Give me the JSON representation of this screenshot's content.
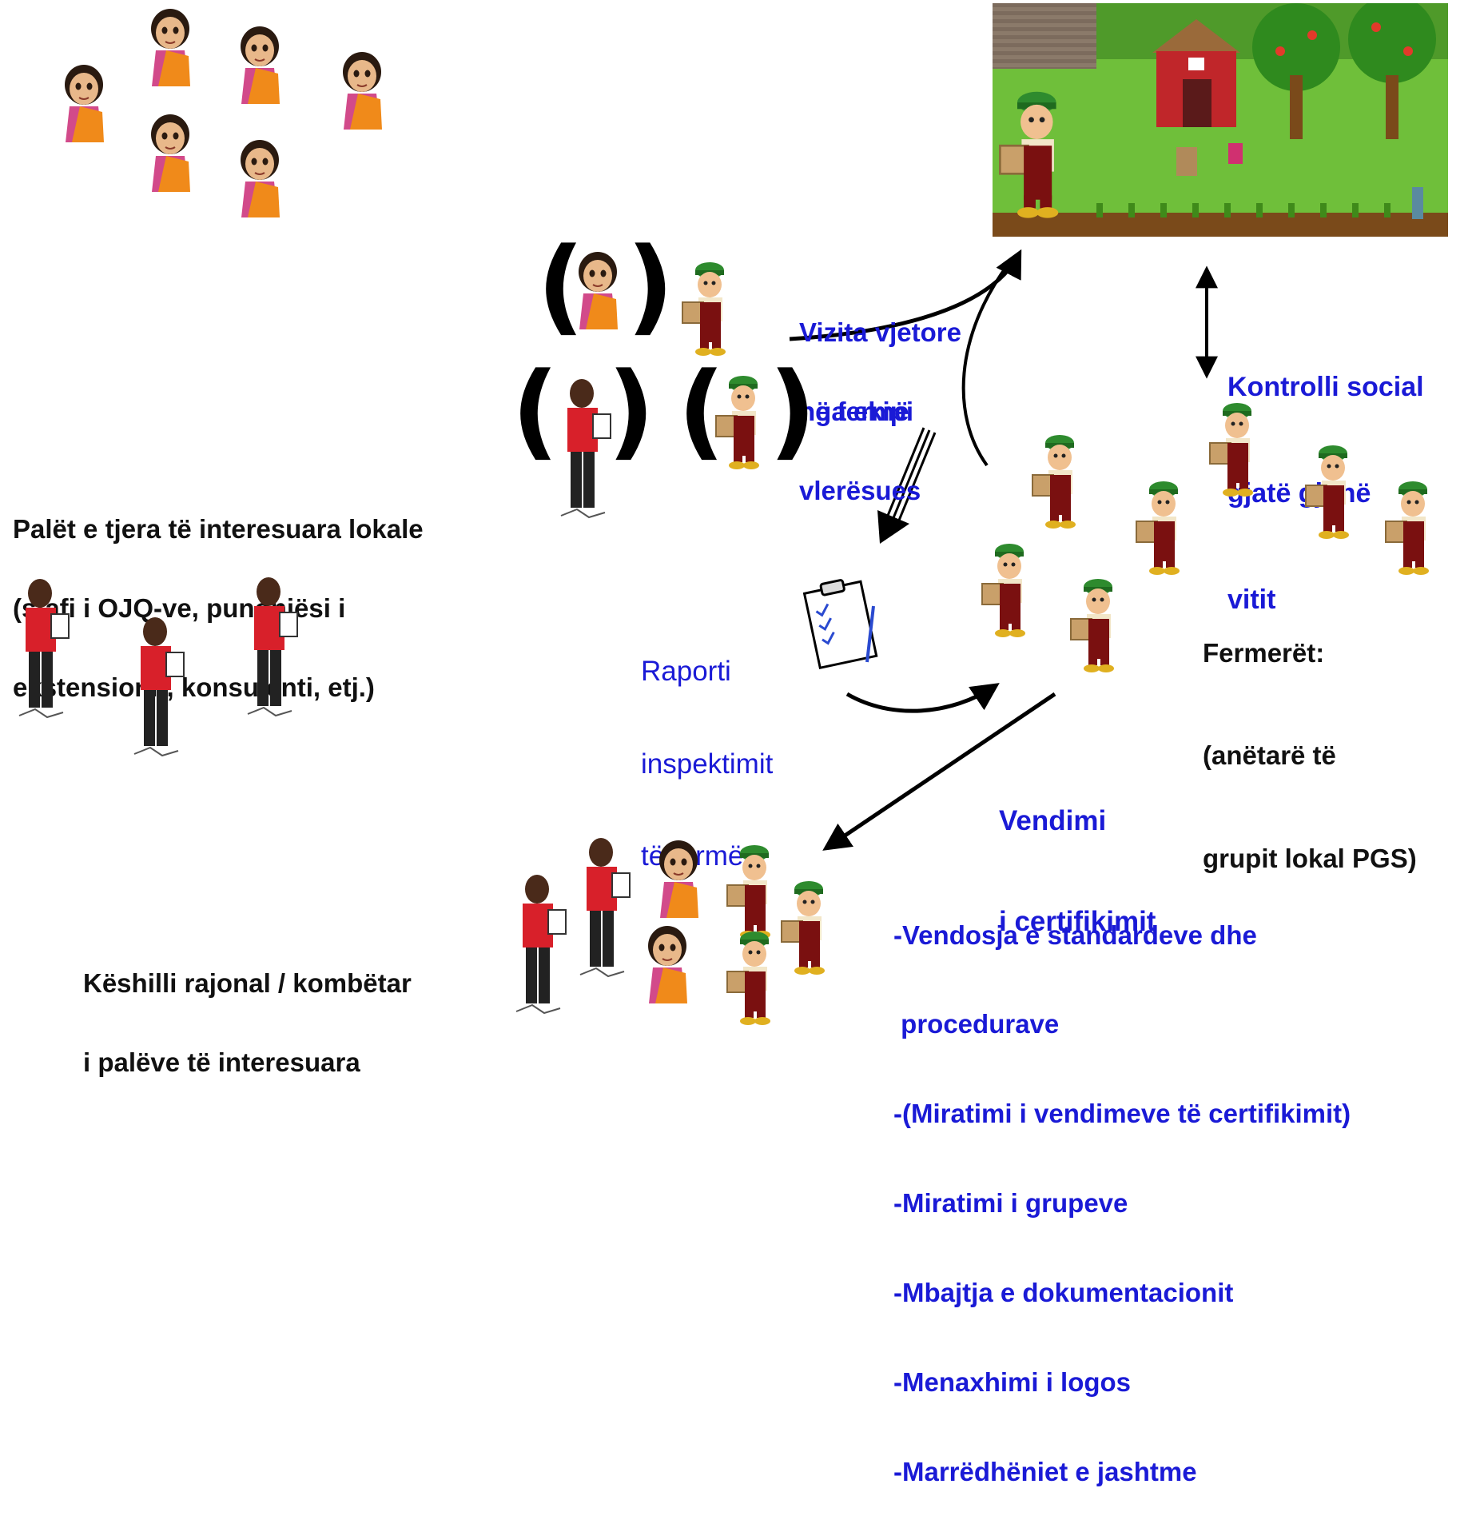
{
  "labels": {
    "annual_visit_line1": "Vizita vjetore",
    "annual_visit_line2": "në fermë",
    "by_team_line1": "nga ekipi",
    "by_team_line2": "vlerësues",
    "social_control_line1": "Kontrolli social",
    "social_control_line2": "gjatë gjithë",
    "social_control_line3": "vitit",
    "other_stakeholders_line1": "Palët e tjera të interesuara lokale",
    "other_stakeholders_line2": "(stafi i OJQ-ve, punonjësi i",
    "other_stakeholders_line3": "ekstensionit, konsulenti, etj.)",
    "report_line1": "Raporti",
    "report_line2": "inspektimit",
    "report_line3": "të fermës",
    "farmers_line1": "Fermerët:",
    "farmers_line2": "(anëtarë të",
    "farmers_line3": "grupit lokal PGS)",
    "decision_line1": "Vendimi",
    "decision_line2": "i certifikimit",
    "council_line1": "Këshilli rajonal / kombëtar",
    "council_line2": "i palëve të interesuara"
  },
  "council_tasks": [
    "-Vendosja e standardeve dhe",
    " procedurave",
    "-(Miratimi i vendimeve të certifikimit)",
    "-Miratimi i grupeve",
    "-Mbajtja e dokumentacionit",
    "-Menaxhimi i logos",
    "-Marrëdhëniet e jashtme"
  ],
  "colors": {
    "blue_text": "#1a1ad6",
    "black_text": "#111111",
    "farmer_cap": "#2e8b2e",
    "farmer_overalls": "#7a1010",
    "woman_sari": "#f08a1a",
    "woman_blouse": "#d24a8a",
    "inspector_shirt": "#d8202a",
    "grass": "#6fbf3a",
    "barn": "#c0262a"
  },
  "icons": [
    "woman-icon",
    "farmer-icon",
    "inspector-icon",
    "clipboard-icon",
    "farm-scene-image"
  ]
}
